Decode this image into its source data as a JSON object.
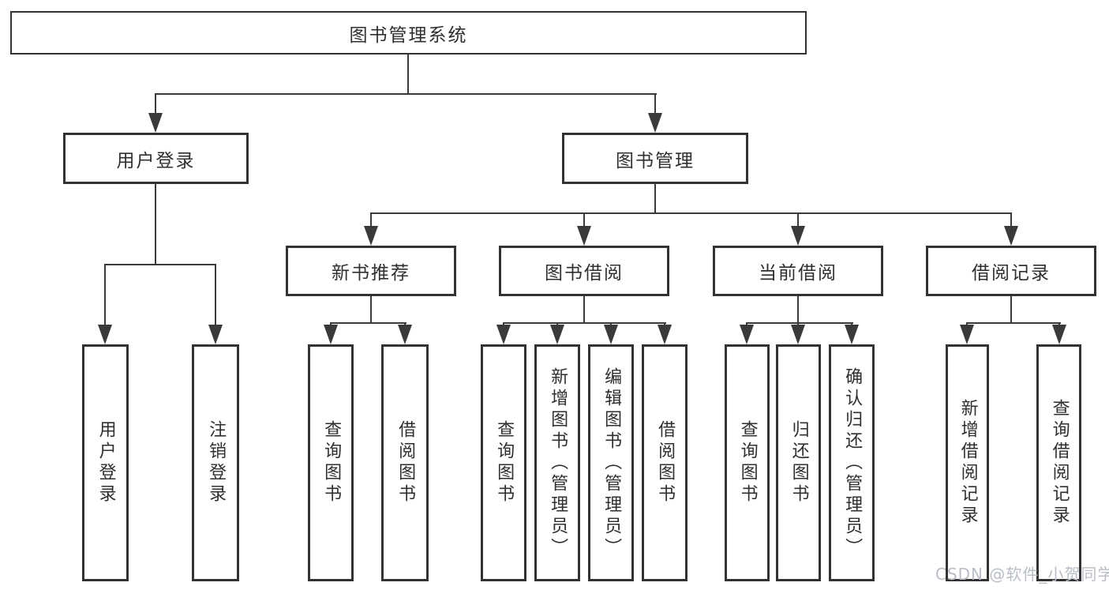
{
  "nodes": {
    "root": "图书管理系统",
    "l2_user_login": "用户登录",
    "l2_book_mgmt": "图书管理",
    "l3_new_book": "新书推荐",
    "l3_book_borrow": "图书借阅",
    "l3_current_borrow": "当前借阅",
    "l3_borrow_record": "借阅记录",
    "leaf_user_login": "用户登录",
    "leaf_logout": "注销登录",
    "leaf_nb_query_book": "查询图书",
    "leaf_nb_borrow_book": "借阅图书",
    "leaf_bb_query_book": "查询图书",
    "leaf_bb_add_book": "新增图书（管理员）",
    "leaf_bb_edit_book": "编辑图书（管理员）",
    "leaf_bb_borrow_book": "借阅图书",
    "leaf_cb_query_book": "查询图书",
    "leaf_cb_return_book": "归还图书",
    "leaf_cb_confirm_return": "确认归还（管理员）",
    "leaf_br_add_record": "新增借阅记录",
    "leaf_br_query_record": "查询借阅记录"
  },
  "hierarchy": {
    "图书管理系统": {
      "用户登录": [
        "用户登录",
        "注销登录"
      ],
      "图书管理": {
        "新书推荐": [
          "查询图书",
          "借阅图书"
        ],
        "图书借阅": [
          "查询图书",
          "新增图书（管理员）",
          "编辑图书（管理员）",
          "借阅图书"
        ],
        "当前借阅": [
          "查询图书",
          "归还图书",
          "确认归还（管理员）"
        ],
        "借阅记录": [
          "新增借阅记录",
          "查询借阅记录"
        ]
      }
    }
  },
  "watermark": "CSDN @软件_小贺同学",
  "colors": {
    "line": "#3a3a3a",
    "box_border": "#333333",
    "text": "#2f2f2f",
    "background": "#ffffff",
    "watermark": "#b9bdc6"
  }
}
